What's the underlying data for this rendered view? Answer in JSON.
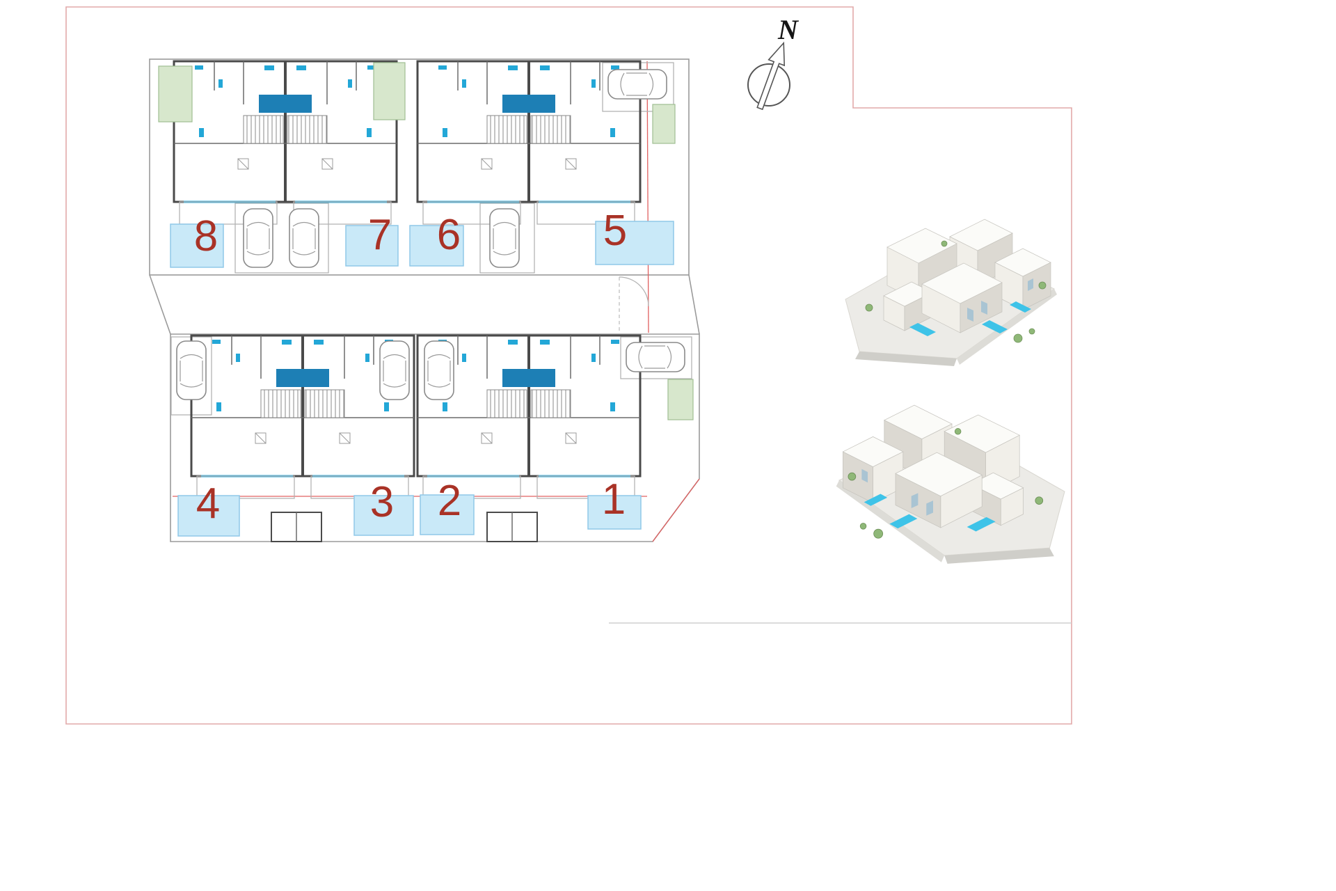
{
  "compass": {
    "label": "N"
  },
  "colors": {
    "pool": "#c9e9f8",
    "poolBorder": "#8fc8e8",
    "numberRed": "#a93226",
    "green": "#d7e7cc",
    "greenBorder": "#9fbf92",
    "wall": "#4a4a4a",
    "blueAccent": "#1d7fb5",
    "fixtureBlue": "#23a7d7",
    "boundaryPink": "#e2aaaa",
    "redLine": "#e06060",
    "water": "#3ec3e8",
    "grassRender": "#8fb878"
  },
  "units": [
    {
      "number": "1"
    },
    {
      "number": "2"
    },
    {
      "number": "3"
    },
    {
      "number": "4"
    },
    {
      "number": "5"
    },
    {
      "number": "6"
    },
    {
      "number": "7"
    },
    {
      "number": "8"
    }
  ]
}
